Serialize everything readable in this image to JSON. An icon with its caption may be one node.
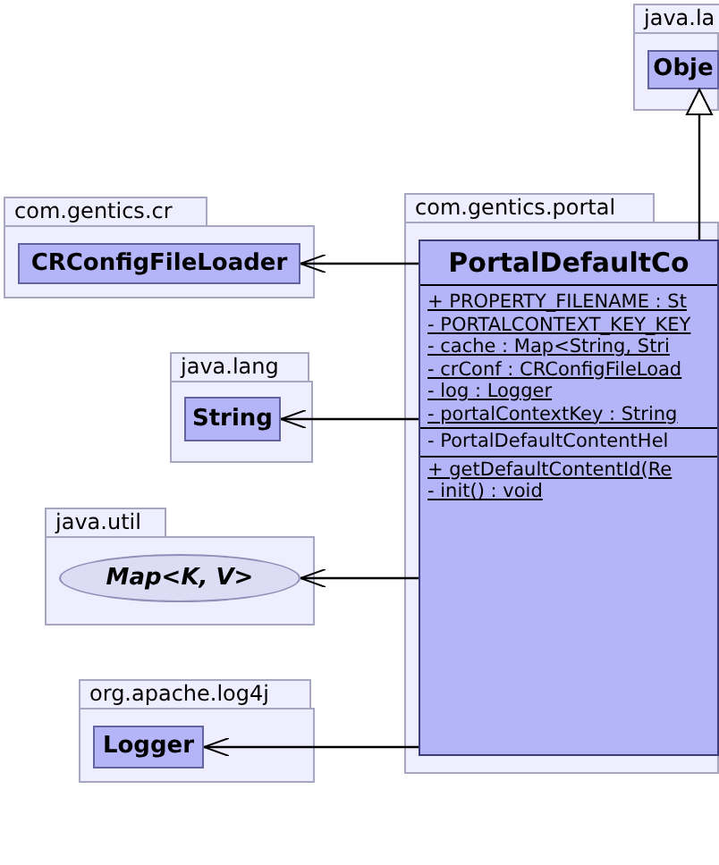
{
  "diagram": {
    "nodes": [
      {
        "text": [
          "java.la"
        ]
      },
      {
        "text": [
          "Obje"
        ],
        "in": 0
      },
      {
        "text": [
          "com.gentics.portal"
        ]
      },
      {
        "text": [
          "PortalDefaultCo",
          "+ PROPERTY_FILENAME : St",
          "- PORTALCONTEXT_KEY_KEY",
          "- cache : Map<String, Stri",
          "- crConf : CRConfigFileLoad",
          "- log : Logger",
          "- portalContextKey : String",
          "- PortalDefaultContentHel",
          "+ getDefaultContentId(Re",
          "- init() : void"
        ],
        "in": 2
      },
      {
        "text": [
          "com.gentics.cr"
        ]
      },
      {
        "text": [
          "CRConfigFileLoader"
        ],
        "in": 4
      },
      {
        "text": [
          "java.lang"
        ]
      },
      {
        "text": [
          "String"
        ],
        "in": 6
      },
      {
        "text": [
          "java.util"
        ]
      },
      {
        "text": [
          "Map<K, V>"
        ],
        "in": 8
      },
      {
        "text": [
          "org.apache.log4j"
        ]
      },
      {
        "text": [
          "Logger"
        ],
        "in": 10
      }
    ],
    "edges": [
      {
        "from": 3,
        "to": 1,
        "arrow": "to"
      },
      {
        "from": 3,
        "to": 5,
        "arrow": "to"
      },
      {
        "from": 3,
        "to": 7,
        "arrow": "to"
      },
      {
        "from": 3,
        "to": 9,
        "arrow": "to"
      },
      {
        "from": 3,
        "to": 11,
        "arrow": "to"
      }
    ]
  }
}
